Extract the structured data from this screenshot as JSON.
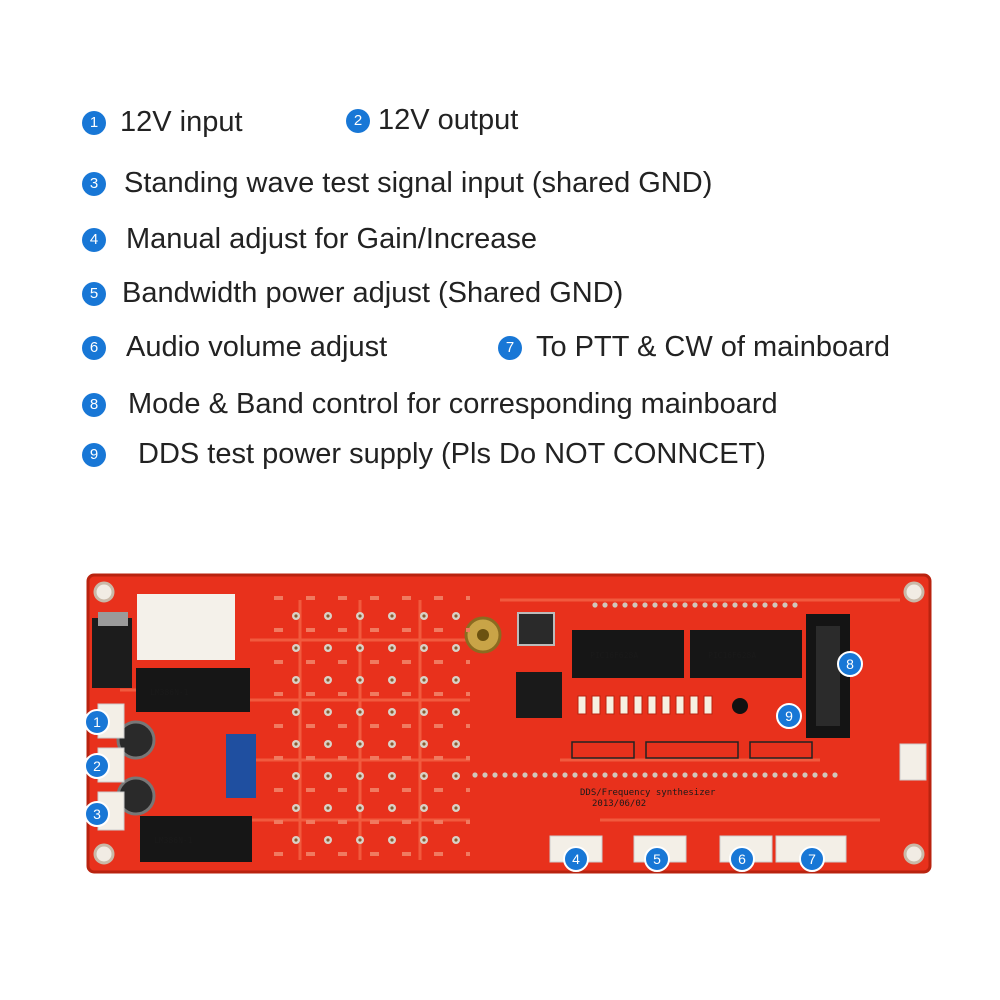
{
  "legend": [
    {
      "num": "1",
      "text": "12V input"
    },
    {
      "num": "2",
      "text": "12V output"
    },
    {
      "num": "3",
      "text": "Standing wave test signal input (shared GND)"
    },
    {
      "num": "4",
      "text": "Manual adjust for Gain/Increase"
    },
    {
      "num": "5",
      "text": "Bandwidth power adjust (Shared GND)"
    },
    {
      "num": "6",
      "text": "Audio volume adjust"
    },
    {
      "num": "7",
      "text": "To PTT & CW of mainboard"
    },
    {
      "num": "8",
      "text": "Mode & Band control for corresponding mainboard"
    },
    {
      "num": "9",
      "text": "DDS test power supply (Pls Do NOT CONNCET)"
    }
  ],
  "board": {
    "silkscreen_title": "DDS/Frequency synthesizer",
    "silkscreen_date": "2013/06/02",
    "board_color": "#e8311c",
    "badge_color": "#1877d6"
  }
}
